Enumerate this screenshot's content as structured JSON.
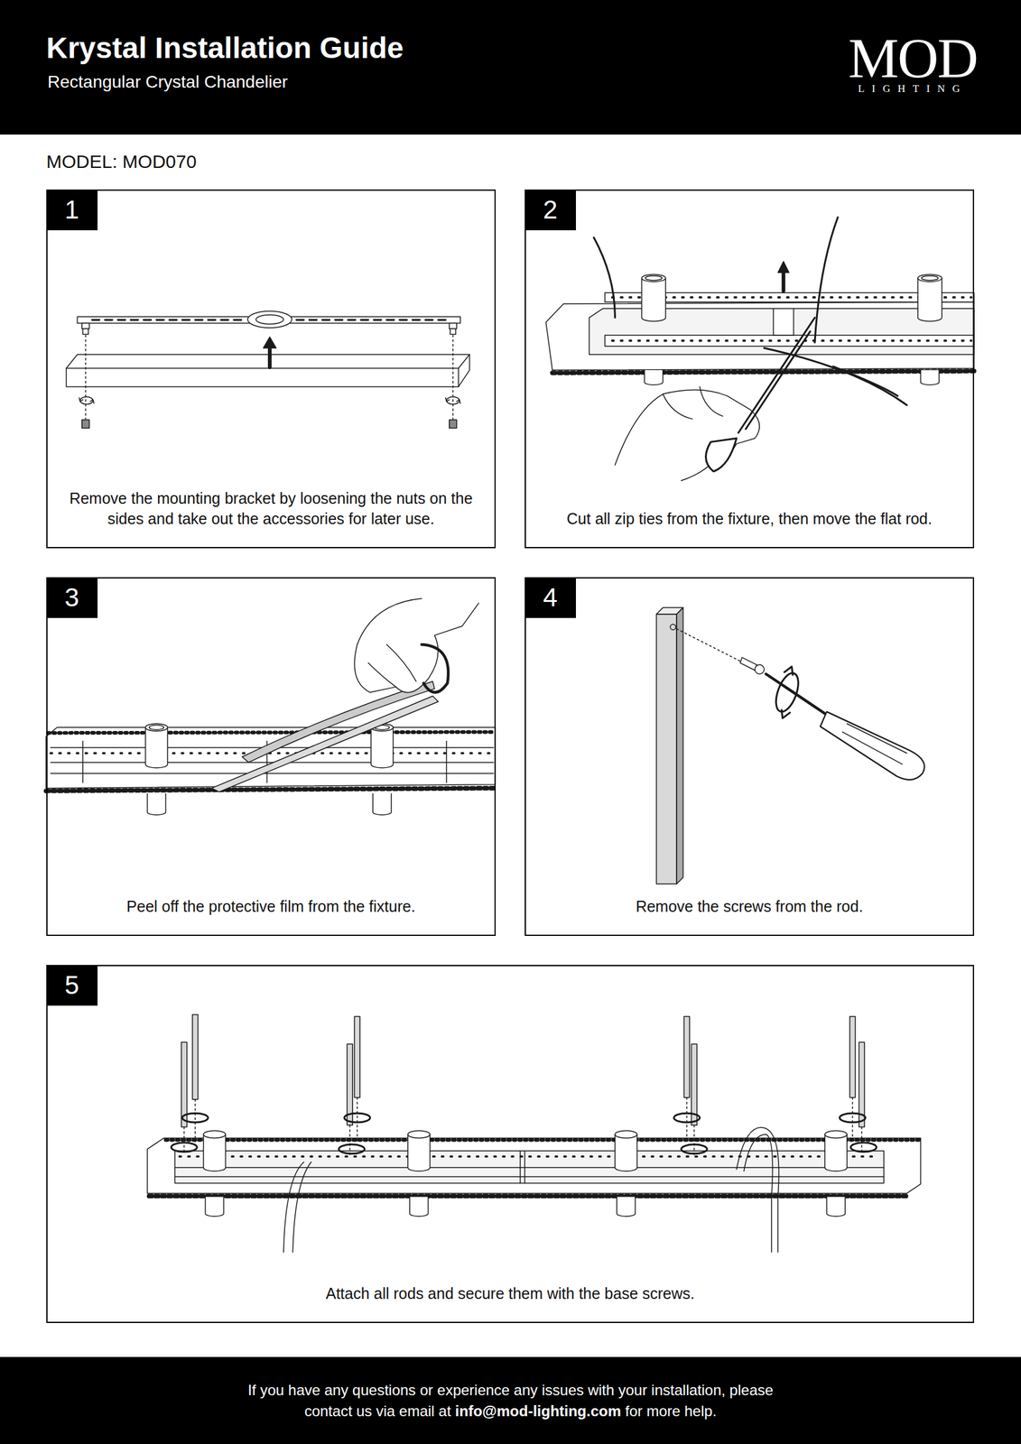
{
  "diagram": {
    "title": "Krystal Installation Guide",
    "nodes": [
      {
        "text": [
          "1",
          "Remove the mounting bracket by loosening the nuts on the sides and take out the accessories for later use."
        ]
      },
      {
        "text": [
          "2",
          "Cut all zip ties from the fixture, then move the flat rod."
        ]
      },
      {
        "text": [
          "3",
          "Peel off the protective film from the fixture."
        ]
      },
      {
        "text": [
          "4",
          "Remove the screws from the rod."
        ]
      },
      {
        "text": [
          "5",
          "Attach all rods and secure them with the base screws."
        ]
      },
      {
        "text": [
          "If you have any questions or experience any issues with your installation, please contact us via email at",
          "info@mod-lighting.com",
          "for more help."
        ]
      }
    ],
    "labels": [
      "Rectangular Crystal Chandelier",
      "MOD",
      "LIGHTING",
      "MODEL: MOD070"
    ]
  }
}
